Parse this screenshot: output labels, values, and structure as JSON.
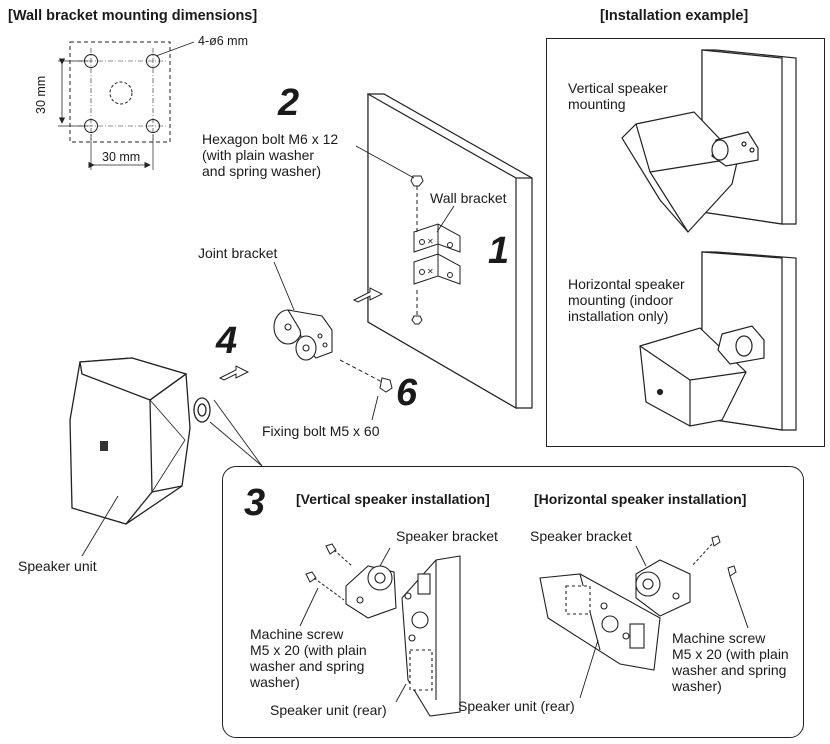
{
  "headers": {
    "wall_bracket_dims": "[Wall bracket mounting dimensions]",
    "installation_example": "[Installation example]",
    "vertical_install": "[Vertical speaker installation]",
    "horizontal_install": "[Horizontal speaker installation]"
  },
  "dimensions": {
    "holes": "4-ø6 mm",
    "height": "30 mm",
    "width": "30 mm"
  },
  "steps": {
    "s1": "1",
    "s2": "2",
    "s3": "3",
    "s4": "4",
    "s6": "6"
  },
  "labels": {
    "hex_bolt": "Hexagon bolt M6 x 12\n(with plain washer\nand spring washer)",
    "wall_bracket": "Wall bracket",
    "joint_bracket": "Joint bracket",
    "fixing_bolt": "Fixing bolt M5 x 60",
    "speaker_unit": "Speaker unit",
    "vertical_mount": "Vertical speaker\nmounting",
    "horizontal_mount": "Horizontal speaker\nmounting (indoor\ninstallation only)",
    "speaker_bracket_v": "Speaker bracket",
    "speaker_bracket_h": "Speaker bracket",
    "machine_screw_v": "Machine screw\nM5 x 20 (with plain\nwasher and spring\nwasher)",
    "machine_screw_h": "Machine screw\nM5 x 20 (with plain\nwasher and spring\nwasher)",
    "speaker_rear_v": "Speaker unit (rear)",
    "speaker_rear_h": "Speaker unit (rear)"
  }
}
